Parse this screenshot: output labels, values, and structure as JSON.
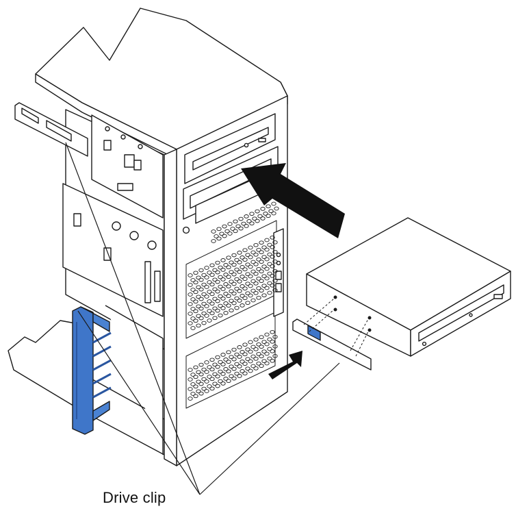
{
  "callout": {
    "label": "Drive clip"
  },
  "colors": {
    "line": "#1a1a1a",
    "panel": "#ffffff",
    "arrow": "#111111",
    "clip_blue": "#3f76c9",
    "clip_blue_dark": "#2a56a0"
  },
  "parts": {
    "chassis": "server-tower-chassis",
    "drive": "optical-drive",
    "clip": "drive-clip",
    "arrows": [
      "insert-drive-arrow",
      "attach-clip-arrow"
    ]
  }
}
